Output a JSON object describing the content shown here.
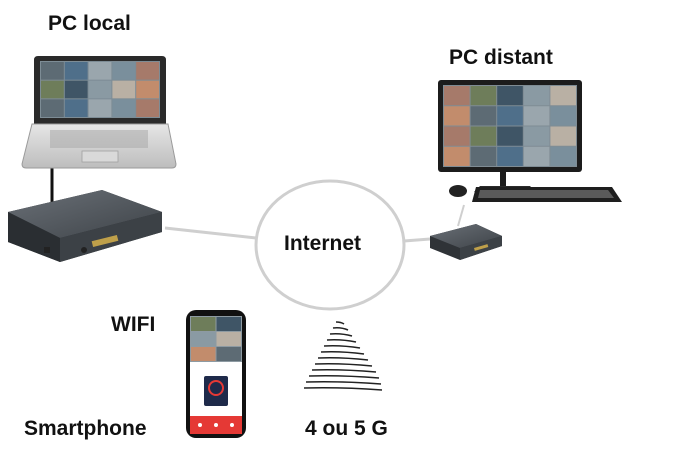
{
  "labels": {
    "pc_local": "PC local",
    "pc_distant": "PC distant",
    "internet": "Internet",
    "wifi": "WIFI",
    "smartphone": "Smartphone",
    "mobile_network": "4 ou 5 G"
  },
  "colors": {
    "internet_circle": "#cfcfcf",
    "nvr_body": "#4a4f55",
    "screen_frame": "#1c1c1c",
    "phone_frame": "#111111",
    "phone_bottom_bar": "#e53935",
    "signal_waves": "#222222"
  },
  "icons": {
    "laptop": "laptop-icon",
    "monitor": "monitor-icon",
    "recorder": "recorder-box-icon",
    "phone": "smartphone-icon",
    "signal": "signal-waves-icon"
  }
}
